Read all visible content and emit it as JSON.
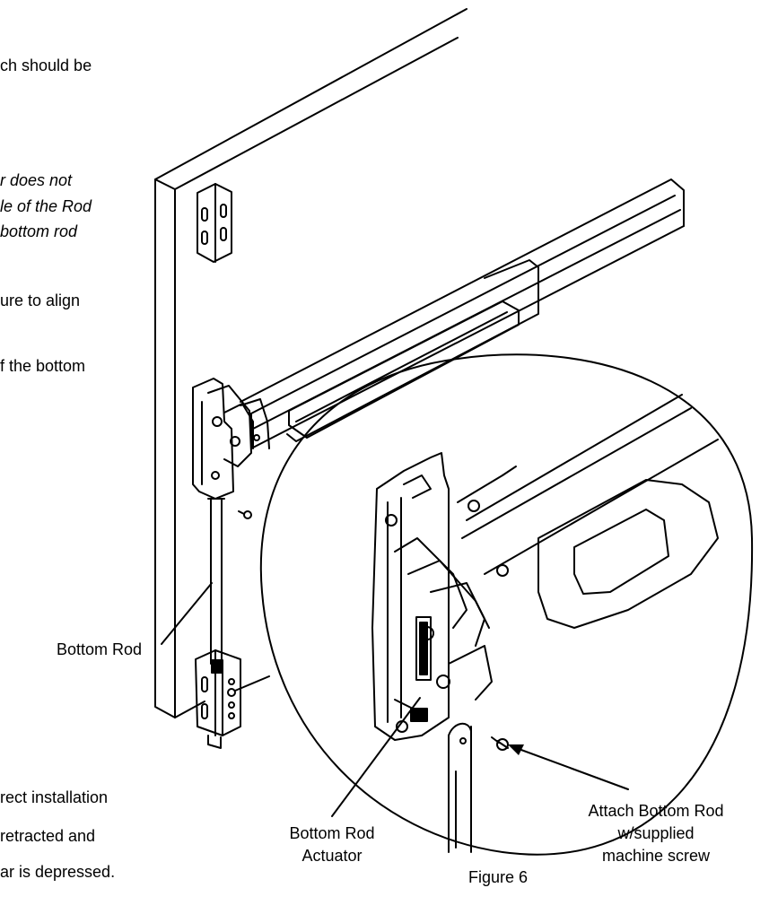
{
  "left_text": {
    "line1": "ch should be",
    "italic1": "r does not",
    "italic2": "le of the Rod",
    "italic3": "bottom rod",
    "line2": "ure to align",
    "line3": "f the bottom",
    "bottom1": "rect installation",
    "bottom2": "retracted and",
    "bottom3": "ar is depressed."
  },
  "labels": {
    "bottom_rod": "Bottom Rod",
    "actuator_line1": "Bottom Rod",
    "actuator_line2": "Actuator",
    "attach_line1": "Attach Bottom Rod",
    "attach_line2": "w/supplied",
    "attach_line3": "machine screw"
  },
  "caption": "Figure 6"
}
